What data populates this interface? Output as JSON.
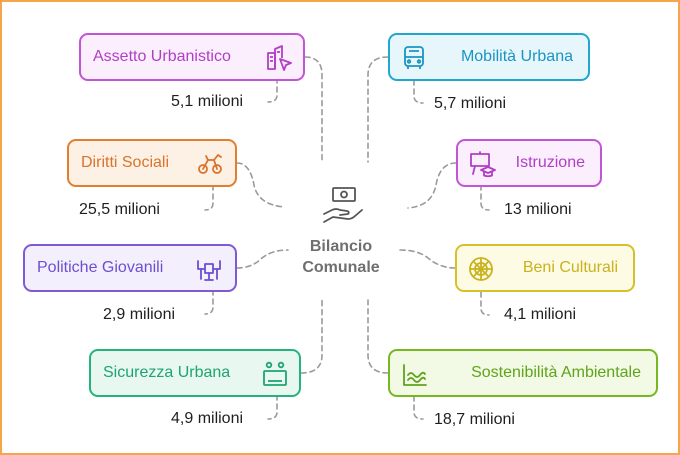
{
  "center": {
    "line1": "Bilancio",
    "line2": "Comunale",
    "icon": "money-hand-icon"
  },
  "items": [
    {
      "label": "Assetto Urbanistico",
      "amount": "5,1 milioni",
      "icon": "urban-planning-icon",
      "color": "#c255d6",
      "bg": "#fbeefd",
      "text": "#b03fc6"
    },
    {
      "label": "Diritti Sociali",
      "amount": "25,5 milioni",
      "icon": "social-rights-icon",
      "color": "#e07f2e",
      "bg": "#fdf1e6",
      "text": "#d9732a"
    },
    {
      "label": "Politiche Giovanili",
      "amount": "2,9 milioni",
      "icon": "youth-policy-icon",
      "color": "#7e5ad4",
      "bg": "#f3effd",
      "text": "#6c4fcf"
    },
    {
      "label": "Sicurezza Urbana",
      "amount": "4,9 milioni",
      "icon": "security-icon",
      "color": "#24b37c",
      "bg": "#e8f7f0",
      "text": "#1da56f"
    },
    {
      "label": "Mobilità Urbana",
      "amount": "5,7 milioni",
      "icon": "bus-icon",
      "color": "#1fa7d0",
      "bg": "#e6f6fb",
      "text": "#1a95c2"
    },
    {
      "label": "Istruzione",
      "amount": "13 milioni",
      "icon": "education-icon",
      "color": "#c255d6",
      "bg": "#fbeefd",
      "text": "#b03fc6"
    },
    {
      "label": "Beni Culturali",
      "amount": "4,1 milioni",
      "icon": "cultural-heritage-icon",
      "color": "#d6c12a",
      "bg": "#fdfbe3",
      "text": "#c9b21f"
    },
    {
      "label": "Sostenibilità Ambientale",
      "amount": "18,7 milioni",
      "icon": "environment-icon",
      "color": "#76b820",
      "bg": "#f2f9e4",
      "text": "#5fa41a"
    }
  ]
}
